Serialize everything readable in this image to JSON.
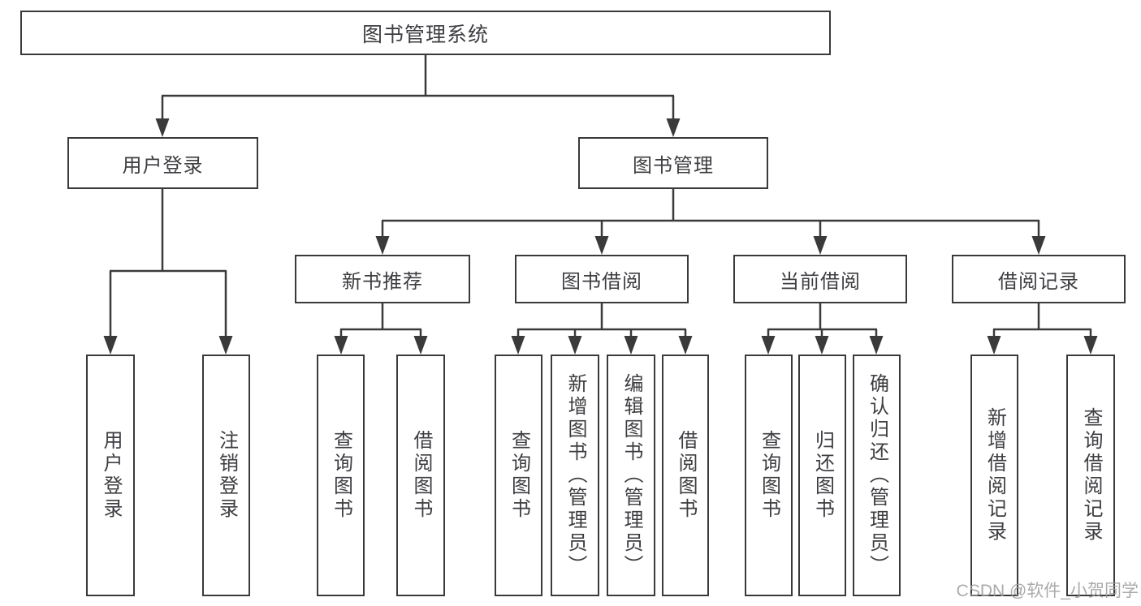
{
  "diagram": {
    "title": "图书管理系统",
    "level2": {
      "user_login": "用户登录",
      "book_management": "图书管理"
    },
    "level3": {
      "new_book_recommendation": "新书推荐",
      "book_borrowing": "图书借阅",
      "current_borrowing": "当前借阅",
      "borrowing_records": "借阅记录"
    },
    "leaves": {
      "user_login": [
        "用户登录",
        "注销登录"
      ],
      "new_book_recommendation": [
        "查询图书",
        "借阅图书"
      ],
      "book_borrowing": [
        "查询图书",
        "新增图书（管理员）",
        "编辑图书（管理员）",
        "借阅图书"
      ],
      "current_borrowing": [
        "查询图书",
        "归还图书",
        "确认归还（管理员）"
      ],
      "borrowing_records": [
        "新增借阅记录",
        "查询借阅记录"
      ]
    },
    "line_color": "#3a3a3a"
  },
  "watermark": "CSDN @软件_小贺同学"
}
